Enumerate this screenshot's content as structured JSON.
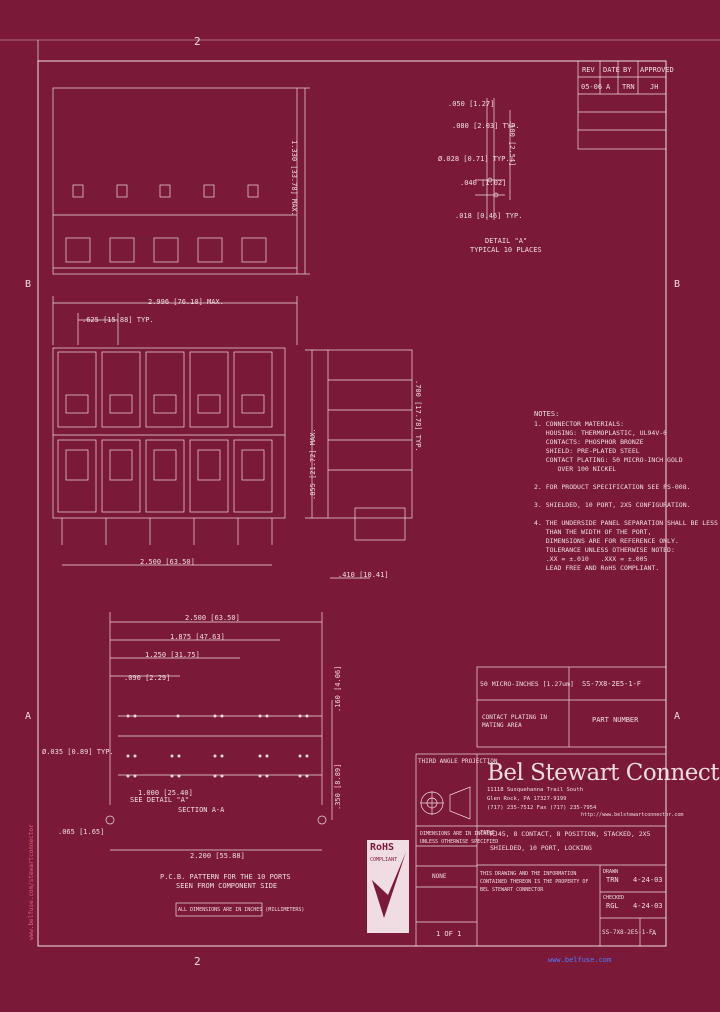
{
  "zones": {
    "top": "2",
    "bottom": "2",
    "left_b": "B",
    "right_b": "B",
    "left_a": "A",
    "right_a": "A"
  },
  "revision_table": {
    "headers": [
      "REV",
      "DATE",
      "BY",
      "APPROVED"
    ],
    "row": [
      "05-06",
      "A",
      "TRN",
      "JH"
    ]
  },
  "dims": {
    "top_height": "1.330 [33.78] MAX.",
    "width_max": "2.996 [76.10] MAX.",
    "pitch": ".625 [15.88] TYP.",
    "side_height": ".855 [21.72] MAX.",
    "side_depth": ".700 [17.78] TYP.",
    "bottom_span": "2.500 [63.50]",
    "side_offset": ".410 [10.41]",
    "pcb_2500": "2.500 [63.50]",
    "pcb_1875": "1.875 [47.63]",
    "pcb_1250": "1.250 [31.75]",
    "pcb_090": ".090 [2.29]",
    "pcb_160": ".160 [4.06]",
    "pcb_hole": "Ø.035 [0.89] TYP.",
    "pcb_350": ".350 [8.89]",
    "pcb_1000": "1.000 [25.40]",
    "pcb_065": ".065 [1.65]",
    "pcb_2200": "2.200 [55.88]"
  },
  "detail_dims": {
    "d1": ".050 [1.27]",
    "d2": ".080 [2.03] TYP.",
    "d3": ".100 [2.54]",
    "d4": ".040 [1.02]",
    "d5": "Ø.028 [0.71] TYP.",
    "d6": ".018 [0.46] TYP.",
    "detail_title": "DETAIL \"A\"",
    "detail_sub": "TYPICAL 10 PLACES"
  },
  "pcb_note": {
    "line1": "P.C.B. PATTERN FOR THE 10 PORTS",
    "line2": "SEEN FROM COMPONENT SIDE",
    "line3": "ALL DIMENSIONS ARE IN INCHES (MILLIMETERS)",
    "section": "SECTION A-A",
    "detail_ref": "SEE DETAIL \"A\""
  },
  "notes": {
    "title": "NOTES:",
    "lines": [
      "1. CONNECTOR MATERIALS:",
      "   HOUSING: THERMOPLASTIC, UL94V-0",
      "   CONTACTS: PHOSPHOR BRONZE",
      "   SHIELD: PRE-PLATED STEEL",
      "   CONTACT PLATING: 50 MICRO-INCH GOLD",
      "      OVER 100 NICKEL",
      "",
      "2. FOR PRODUCT SPECIFICATION SEE PS-008.",
      "",
      "3. SHIELDED, 10 PORT, 2X5 CONFIGURATION.",
      "",
      "4. THE UNDERSIDE PANEL SEPARATION SHALL BE LESS",
      "   THAN THE WIDTH OF THE PORT,",
      "   DIMENSIONS ARE FOR REFERENCE ONLY.",
      "   TOLERANCE UNLESS OTHERWISE NOTED:",
      "   .XX = ±.010   .XXX = ±.005",
      "   LEAD FREE AND RoHS COMPLIANT."
    ]
  },
  "plating": {
    "value": "50 MICRO-INCHES [1.27um]",
    "label": "CONTACT PLATING IN MATING AREA",
    "part_label": "PART NUMBER",
    "part_value": "SS-7X8-2E5-1-F"
  },
  "title_block": {
    "projection": "THIRD ANGLE PROJECTION",
    "company": "Bel Stewart Connector",
    "address1": "11118 Susquehanna Trail South",
    "address2": "Glen Rock, PA 17327-9199",
    "phone": "(717) 235-7512   Fax (717) 235-7954",
    "url": "http://www.belstewartconnector.com",
    "dims_note": "DIMENSIONS ARE IN INCHES",
    "tol_note": "UNLESS OTHERWISE SPECIFIED",
    "title_label": "TITLE",
    "title": "RJ45, 8 CONTACT, 8 POSITION, STACKED, 2X5",
    "title2": "SHIELDED, 10 PORT, LOCKING",
    "drawn_label": "DRAWN",
    "drawn_by": "TRN",
    "drawn_date": "4-24-03",
    "checked_label": "CHECKED",
    "checked_by": "RGL",
    "checked_date": "4-24-03",
    "sheet": "1 OF 1",
    "scale": "NONE",
    "dwg_no": "SS-7X8-2E5-1-F",
    "rev": "A",
    "prop_note": "THIS DRAWING AND THE INFORMATION CONTAINED THEREON IS THE PROPERTY OF BEL STEWART CONNECTOR",
    "rohs": "RoHS",
    "rohs_sub": "COMPLIANT"
  },
  "footer_link": "www.belfuse.com",
  "side_credit": "www.belfuse.com/stewartconnector"
}
